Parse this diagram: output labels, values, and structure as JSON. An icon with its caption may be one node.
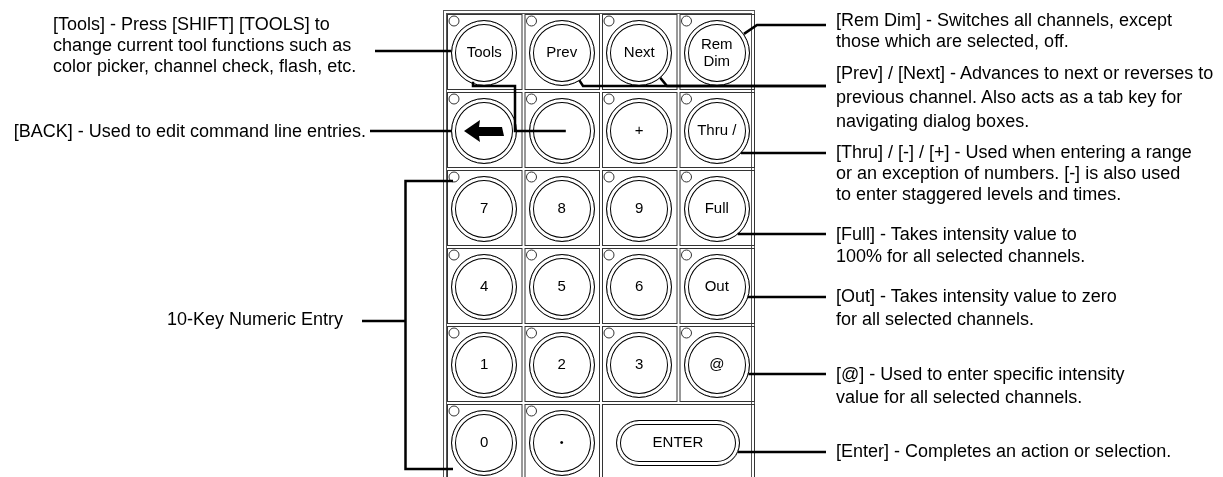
{
  "diagram": {
    "nodes": [
      {
        "text": [],
        "shape": "box"
      },
      {
        "text": [
          "Tools"
        ],
        "in": 0
      },
      {
        "text": [
          "Prev"
        ],
        "in": 0
      },
      {
        "text": [
          "Next"
        ],
        "in": 0
      },
      {
        "text": [
          "Rem Dim"
        ],
        "in": 0
      },
      {
        "text": [],
        "shape": "circle",
        "in": 0
      },
      {
        "text": [],
        "shape": "circle",
        "in": 0
      },
      {
        "text": [
          "+"
        ],
        "in": 0
      },
      {
        "text": [
          "Thru /"
        ],
        "in": 0
      },
      {
        "text": [
          "7"
        ],
        "in": 0
      },
      {
        "text": [
          "8"
        ],
        "in": 0
      },
      {
        "text": [
          "9"
        ],
        "in": 0
      },
      {
        "text": [
          "Full"
        ],
        "in": 0
      },
      {
        "text": [
          "4"
        ],
        "in": 0
      },
      {
        "text": [
          "5"
        ],
        "in": 0
      },
      {
        "text": [
          "6"
        ],
        "in": 0
      },
      {
        "text": [
          "Out"
        ],
        "in": 0
      },
      {
        "text": [
          "1"
        ],
        "in": 0
      },
      {
        "text": [
          "2"
        ],
        "in": 0
      },
      {
        "text": [
          "3"
        ],
        "in": 0
      },
      {
        "text": [
          "@"
        ],
        "in": 0
      },
      {
        "text": [
          "0"
        ],
        "in": 0
      },
      {
        "text": [
          "•"
        ],
        "in": 0
      },
      {
        "text": [
          "ENTER"
        ],
        "in": 0
      },
      {
        "text": [
          "[Tools] - Press [SHIFT] [TOOLS] to change current tool functions such as color picker, channel check, flash, etc."
        ]
      },
      {
        "text": [
          "[BACK] - Used to edit command line entries."
        ]
      },
      {
        "text": [
          "[Rem Dim] - Switches all channels, except those which are selected, off."
        ]
      },
      {
        "text": [
          "[Prev] / [Next] - Advances to next or reverses to previous channel. Also acts as a tab key for navigating dialog boxes."
        ]
      },
      {
        "text": [
          "[Thru] / [-] / [+] - Used when entering a range or an exception of numbers. [-] is also used to enter staggered levels and times."
        ]
      },
      {
        "text": [
          "[Full] - Takes intensity value to 100% for all selected channels."
        ]
      },
      {
        "text": [
          "[Out] - Takes intensity value to zero for all selected channels."
        ]
      },
      {
        "text": [
          "[@] - Used to enter specific intensity value for all selected channels."
        ]
      },
      {
        "text": [
          "[Enter] - Completes an action or selection."
        ]
      }
    ],
    "edges": [
      {
        "from": 24,
        "to": 1,
        "arrow": "none"
      },
      {
        "from": 25,
        "to": 5,
        "arrow": "none"
      },
      {
        "from": 26,
        "to": 4,
        "arrow": "none"
      },
      {
        "from": 27,
        "to": 2,
        "arrow": "none"
      },
      {
        "from": 27,
        "to": 3,
        "arrow": "none"
      },
      {
        "from": 28,
        "to": 8,
        "arrow": "none"
      },
      {
        "from": 29,
        "to": 12,
        "arrow": "none"
      },
      {
        "from": 30,
        "to": 16,
        "arrow": "none"
      },
      {
        "from": 31,
        "to": 20,
        "arrow": "none"
      },
      {
        "from": 32,
        "to": 23,
        "arrow": "none"
      },
      {
        "from": 1,
        "to": 6,
        "arrow": "none"
      }
    ],
    "labels": [
      "10-Key Numeric Entry"
    ]
  }
}
